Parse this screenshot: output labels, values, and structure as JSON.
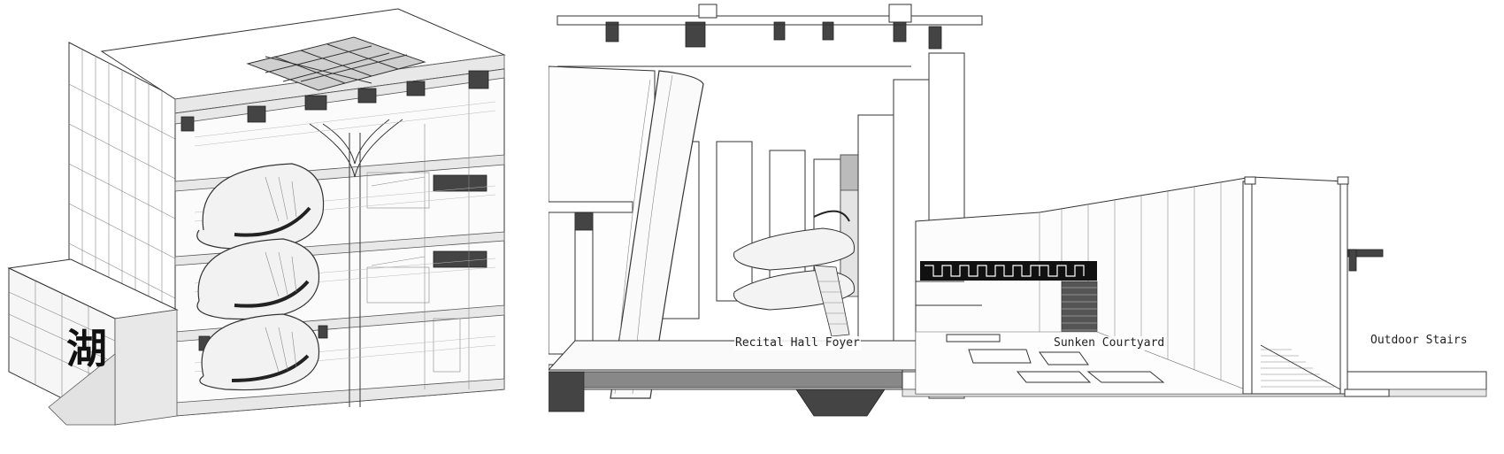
{
  "labels": {
    "foyer": "Recital Hall Foyer",
    "courtyard": "Sunken Courtyard",
    "stairs": "Outdoor Stairs"
  },
  "sign_glyph": "湖"
}
